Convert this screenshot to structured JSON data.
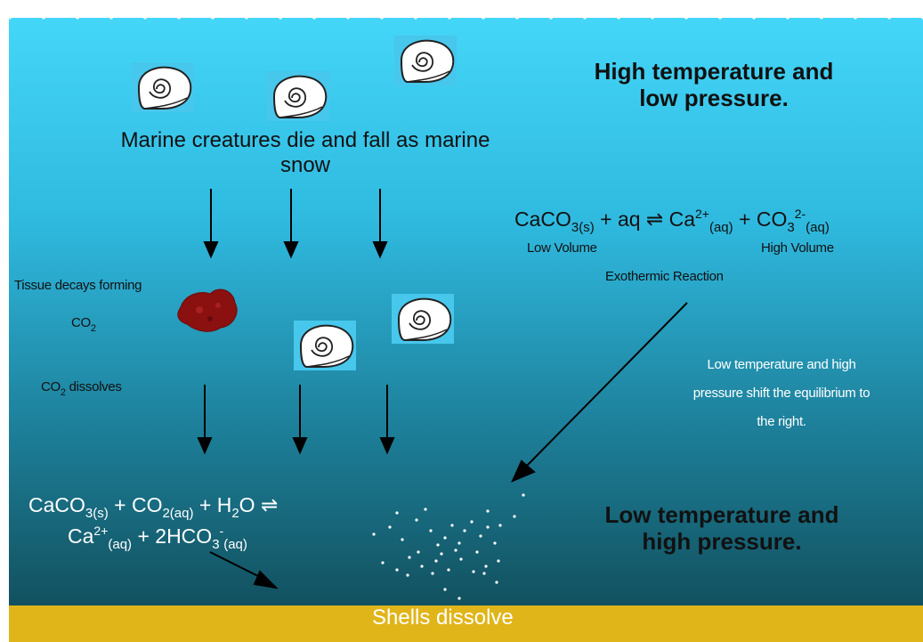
{
  "top_right_heading": {
    "line1": "High temperature and",
    "line2": "low pressure."
  },
  "marine_snow": {
    "line1": "Marine creatures die and fall as marine",
    "line2": "snow"
  },
  "tissue": {
    "line1": "Tissue decays forming",
    "co2_main": "CO",
    "co2_sub": "2"
  },
  "dissolves": {
    "co_main": "CO",
    "co_sub": "2",
    "rest": " dissolves"
  },
  "equilibrium_top": {
    "part1": "CaCO",
    "sub1": "3(s)",
    "part2": " + aq ⇌ Ca",
    "sup1": "2+",
    "sub2": "(aq)",
    "part3": " + CO",
    "sub3": "3",
    "sup2": "2-",
    "sub4": "(aq)",
    "low_volume": "Low Volume",
    "high_volume": "High Volume",
    "exothermic": "Exothermic Reaction"
  },
  "shift_note": {
    "line1": "Low temperature and high",
    "line2": "pressure shift the equilibrium to",
    "line3": "the right."
  },
  "equation_bottom": {
    "l1_part1": "CaCO",
    "l1_sub1": "3(s)",
    "l1_part2": " + CO",
    "l1_sub2": "2(aq)",
    "l1_part3": " + H",
    "l1_sub3": "2",
    "l1_part4": "O ⇌",
    "l2_part1": "Ca",
    "l2_sup1": "2+",
    "l2_sub1": "(aq)",
    "l2_part2": " + 2HCO",
    "l2_sub2": "3",
    "l2_sup2": "-",
    "l2_sub3": "(aq)"
  },
  "bottom_right_heading": {
    "line1": "Low temperature and",
    "line2": "high pressure."
  },
  "seabed_label": "Shells dissolve",
  "colors": {
    "surface_water": "#3fd4f6",
    "deep_water": "#14596c",
    "seabed": "#e0b51a",
    "tissue": "#8b1010"
  }
}
